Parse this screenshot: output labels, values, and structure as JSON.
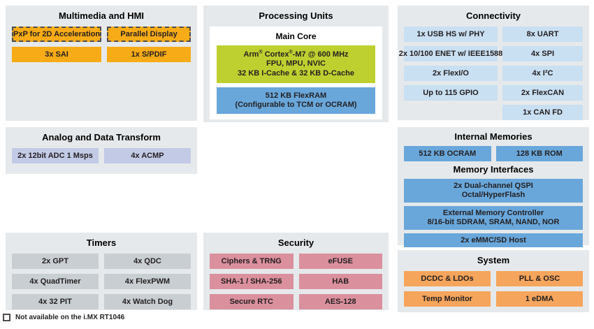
{
  "colors": {
    "orange": "#F7AB17",
    "sysorange": "#F5A55C",
    "green": "#BED02F",
    "blue": "#69A7DB",
    "lightblue": "#C9DFF2",
    "lavender": "#C3CAE6",
    "graybox": "#C9CED3",
    "pink": "#DB909E",
    "panel": "#E6E9EB"
  },
  "sections": {
    "multimedia": {
      "title": "Multimedia and HMI",
      "items": [
        "PxP for 2D Acceleration",
        "Parallel Display",
        "3x SAI",
        "1x S/PDIF"
      ]
    },
    "processing": {
      "title": "Processing Units",
      "core_title": "Main Core",
      "cpu": {
        "l1a": "Arm",
        "reg1": "®",
        "l1b": " Cortex",
        "reg2": "®",
        "l1c": "-M7 @ 600 MHz",
        "l2": "FPU, MPU, NVIC",
        "l3": "32 KB I-Cache & 32 KB D-Cache"
      },
      "ram": {
        "l1": "512 KB FlexRAM",
        "l2": "(Configurable to TCM or OCRAM)"
      }
    },
    "connectivity": {
      "title": "Connectivity",
      "left": [
        "1x USB HS w/ PHY",
        "2x 10/100 ENET w/ IEEE1588",
        "2x FlexI/O",
        "Up to 115 GPIO"
      ],
      "right": [
        "8x UART",
        "4x SPI",
        "4x I²C",
        "2x FlexCAN",
        "1x CAN FD"
      ]
    },
    "analog": {
      "title": "Analog and Data Transform",
      "items": [
        "2x 12bit ADC 1 Msps",
        "4x ACMP"
      ]
    },
    "memories": {
      "title1": "Internal Memories",
      "row": [
        "512 KB OCRAM",
        "128 KB ROM"
      ],
      "title2": "Memory Interfaces",
      "ifaces": [
        {
          "l1": "2x Dual-channel QSPI",
          "l2": "Octal/HyperFlash"
        },
        {
          "l1": "External Memory Controller",
          "l2": "8/16-bit SDRAM, SRAM, NAND, NOR"
        },
        {
          "l1": "2x eMMC/SD Host",
          "l2": ""
        }
      ]
    },
    "timers": {
      "title": "Timers",
      "items": [
        "2x GPT",
        "4x QDC",
        "4x QuadTimer",
        "4x FlexPWM",
        "4x 32 PIT",
        "4x Watch Dog"
      ]
    },
    "security": {
      "title": "Security",
      "items": [
        "Ciphers & TRNG",
        "eFUSE",
        "SHA-1 / SHA-256",
        "HAB",
        "Secure RTC",
        "AES-128"
      ]
    },
    "system": {
      "title": "System",
      "items": [
        "DCDC & LDOs",
        "PLL & OSC",
        "Temp Monitor",
        "1 eDMA"
      ]
    }
  },
  "legend": {
    "label": "Not available on the i.MX RT1046"
  }
}
